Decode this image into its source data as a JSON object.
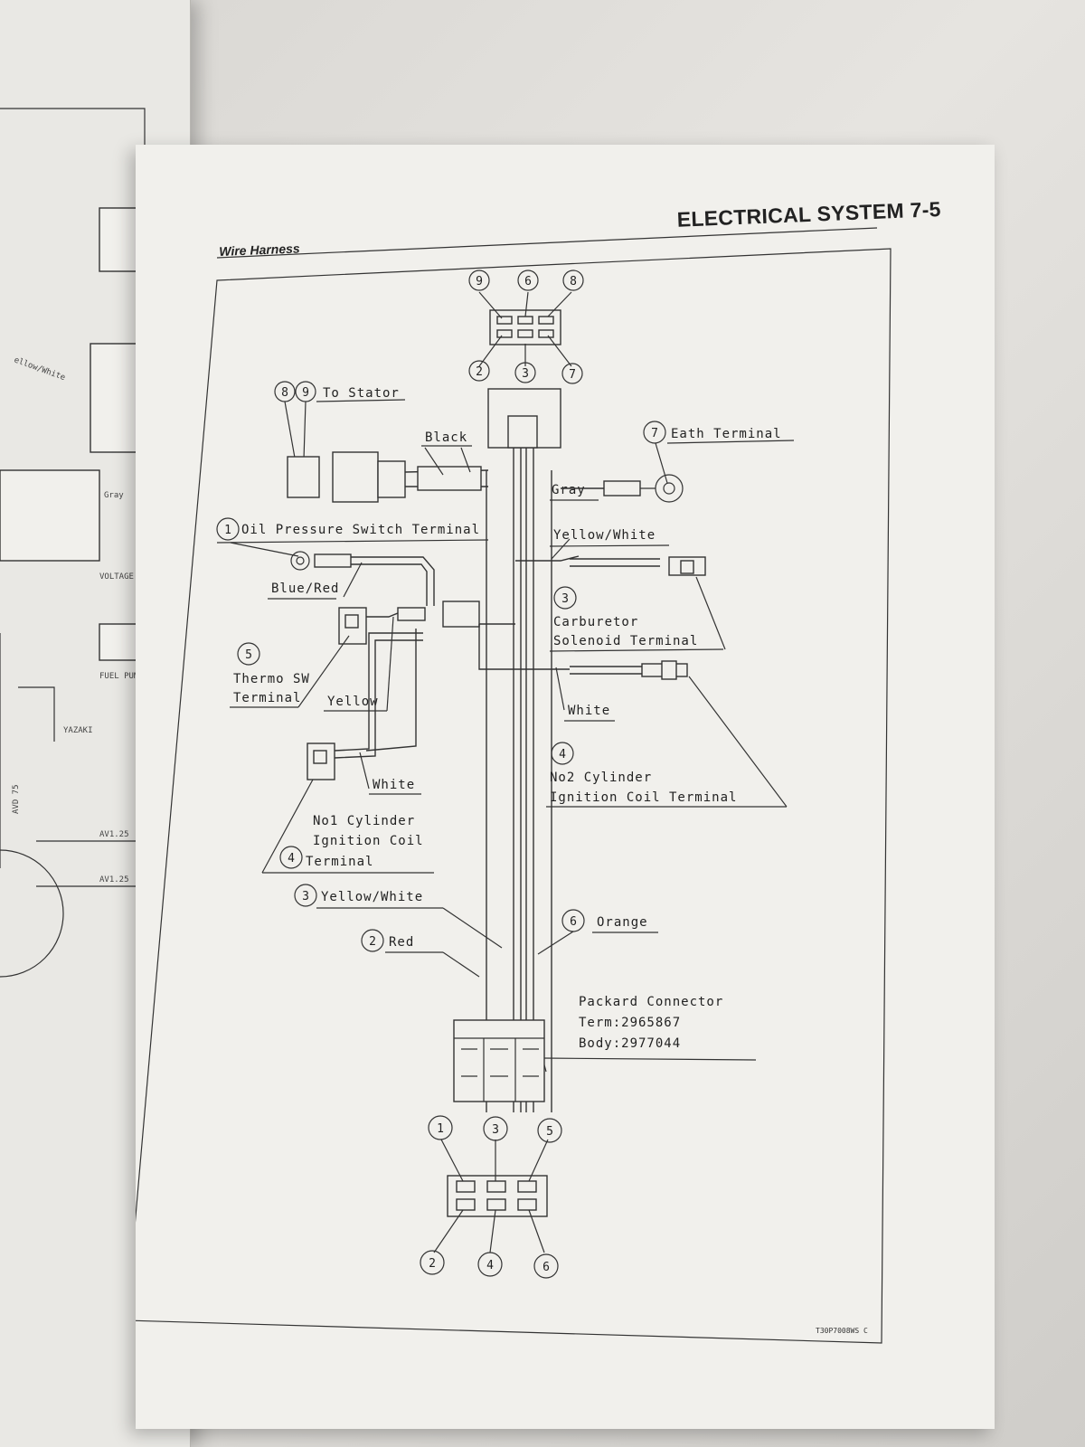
{
  "header": {
    "title": "ELECTRICAL SYSTEM 7-5",
    "section": "Wire Harness"
  },
  "diagram": {
    "top_connector_pins_top": [
      "9",
      "6",
      "8"
    ],
    "top_connector_pins_bottom": [
      "2",
      "3",
      "7"
    ],
    "to_stator": {
      "pins": [
        "8",
        "9"
      ],
      "label": "To Stator"
    },
    "black": "Black",
    "gray": "Gray",
    "earth_terminal": {
      "num": "7",
      "label": "Eath Terminal"
    },
    "oil_pressure": {
      "num": "1",
      "label": "Oil Pressure Switch Terminal"
    },
    "blue_red": "Blue/Red",
    "yellow_white_top": "Yellow/White",
    "carburetor": {
      "num": "3",
      "line1": "Carburetor",
      "line2": "Solenoid Terminal"
    },
    "thermo": {
      "num": "5",
      "line1": "Thermo SW",
      "line2": "Terminal"
    },
    "yellow": "Yellow",
    "white_right": "White",
    "white_left": "White",
    "no2": {
      "num": "4",
      "line1": "No2 Cylinder",
      "line2": "Ignition Coil Terminal"
    },
    "no1": {
      "num": "4",
      "line1": "No1 Cylinder",
      "line2": "Ignition Coil",
      "line3": "Terminal"
    },
    "yellow_white_mid": {
      "num": "3",
      "label": "Yellow/White"
    },
    "red": {
      "num": "2",
      "label": "Red"
    },
    "orange": {
      "num": "6",
      "label": "Orange"
    },
    "packard": {
      "line1": "Packard Connector",
      "line2": "Term:2965867",
      "line3": "Body:2977044"
    },
    "bottom_pins_top": [
      "1",
      "3",
      "5"
    ],
    "bottom_pins_bottom": [
      "2",
      "4",
      "6"
    ],
    "footer_code": "T30P7008WS C"
  },
  "left_page": {
    "labels": [
      "VOLTAGE REGULATOR",
      "FUEL PUMP",
      "YAZAKI",
      "AVD 75",
      "AV1.25",
      "AV1.25",
      "Gray",
      "ellow/White"
    ]
  }
}
